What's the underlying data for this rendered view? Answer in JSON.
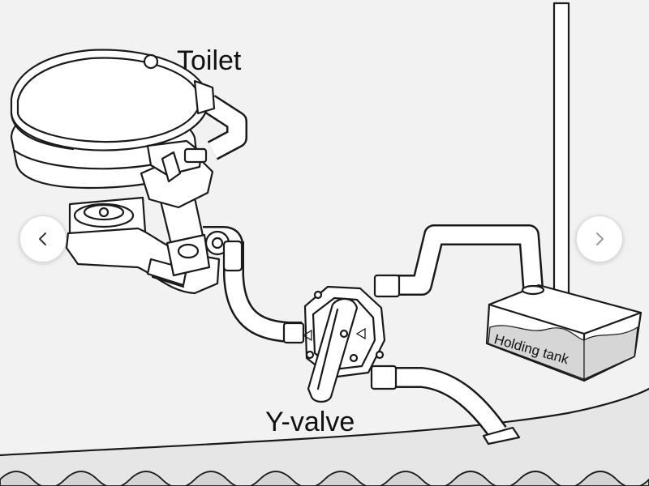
{
  "labels": {
    "toilet": "Toilet",
    "y_valve": "Y-valve",
    "holding_tank": "Holding tank"
  },
  "carousel": {
    "prev_icon": "chevron-left-icon",
    "next_icon": "chevron-right-icon"
  },
  "colors": {
    "line": "#1a1a1a",
    "background": "#f2f2f2",
    "fill": "#ffffff",
    "water": "#cfcfcf"
  }
}
